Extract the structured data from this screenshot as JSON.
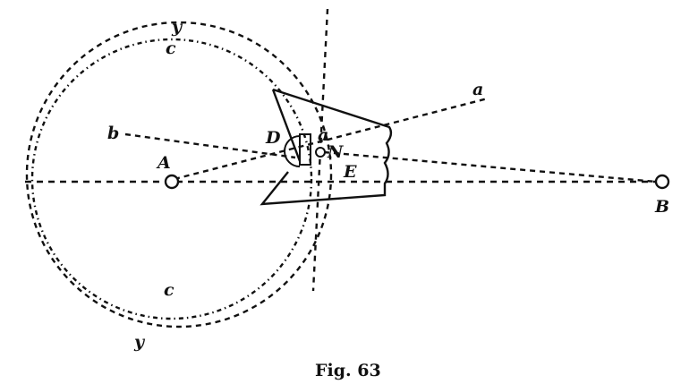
{
  "figure": {
    "caption": "Fig. 63",
    "labels": {
      "y_top": "y",
      "y_bottom": "y",
      "c_top": "c",
      "c_bottom": "c",
      "b": "b",
      "A": "A",
      "D": "D",
      "a_small": "a",
      "N": "N",
      "E": "E",
      "a_ray": "a",
      "B": "B"
    }
  }
}
